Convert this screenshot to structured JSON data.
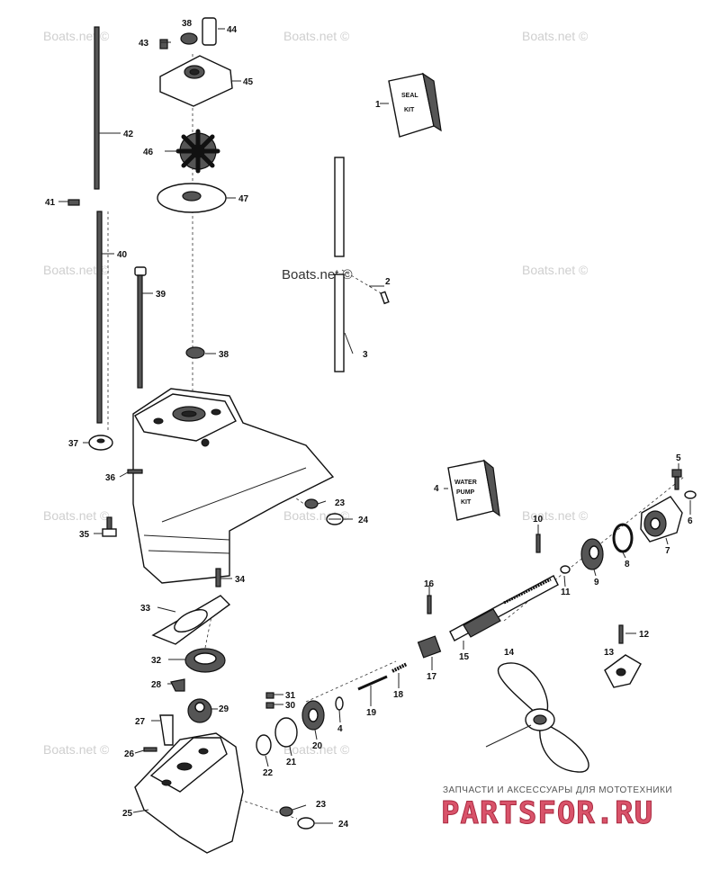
{
  "watermark": "Boats.net ©",
  "kits": {
    "seal": {
      "line1": "SEAL",
      "line2": "KIT"
    },
    "water_pump": {
      "line1": "WATER",
      "line2": "PUMP",
      "line3": "KIT"
    }
  },
  "callouts": [
    "1",
    "2",
    "3",
    "4",
    "5",
    "6",
    "7",
    "8",
    "9",
    "10",
    "11",
    "12",
    "13",
    "14",
    "15",
    "16",
    "17",
    "18",
    "19",
    "20",
    "21",
    "22",
    "23",
    "24",
    "25",
    "26",
    "27",
    "28",
    "29",
    "30",
    "31",
    "32",
    "33",
    "34",
    "35",
    "36",
    "37",
    "38",
    "39",
    "40",
    "41",
    "42",
    "43",
    "44",
    "45",
    "46",
    "47"
  ],
  "banner": {
    "subtitle": "ЗАПЧАСТИ И АКСЕССУАРЫ ДЛЯ МОТОТЕХНИКИ",
    "logo": "PARTSFOR.RU"
  }
}
